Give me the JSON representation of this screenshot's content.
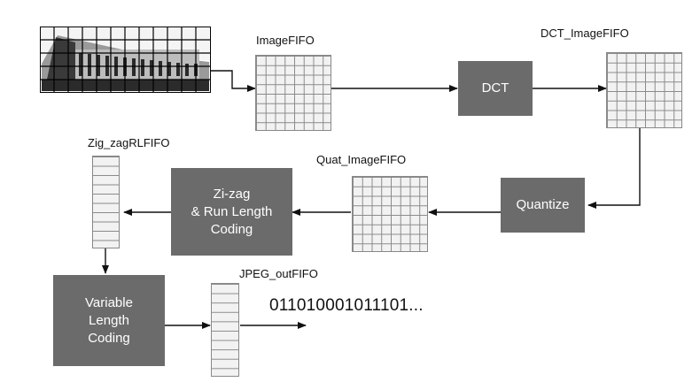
{
  "labels": {
    "image_fifo": "ImageFIFO",
    "dct_image_fifo": "DCT_ImageFIFO",
    "quat_image_fifo": "Quat_ImageFIFO",
    "zigzag_rl_fifo": "Zig_zagRLFIFO",
    "jpeg_out_fifo": "JPEG_outFIFO"
  },
  "blocks": {
    "dct": "DCT",
    "quantize": "Quantize",
    "zigzag": "Zi-zag\n& Run Length\nCoding",
    "vlc": "Variable\nLength\nCoding"
  },
  "output_bits": "011010001011101..."
}
